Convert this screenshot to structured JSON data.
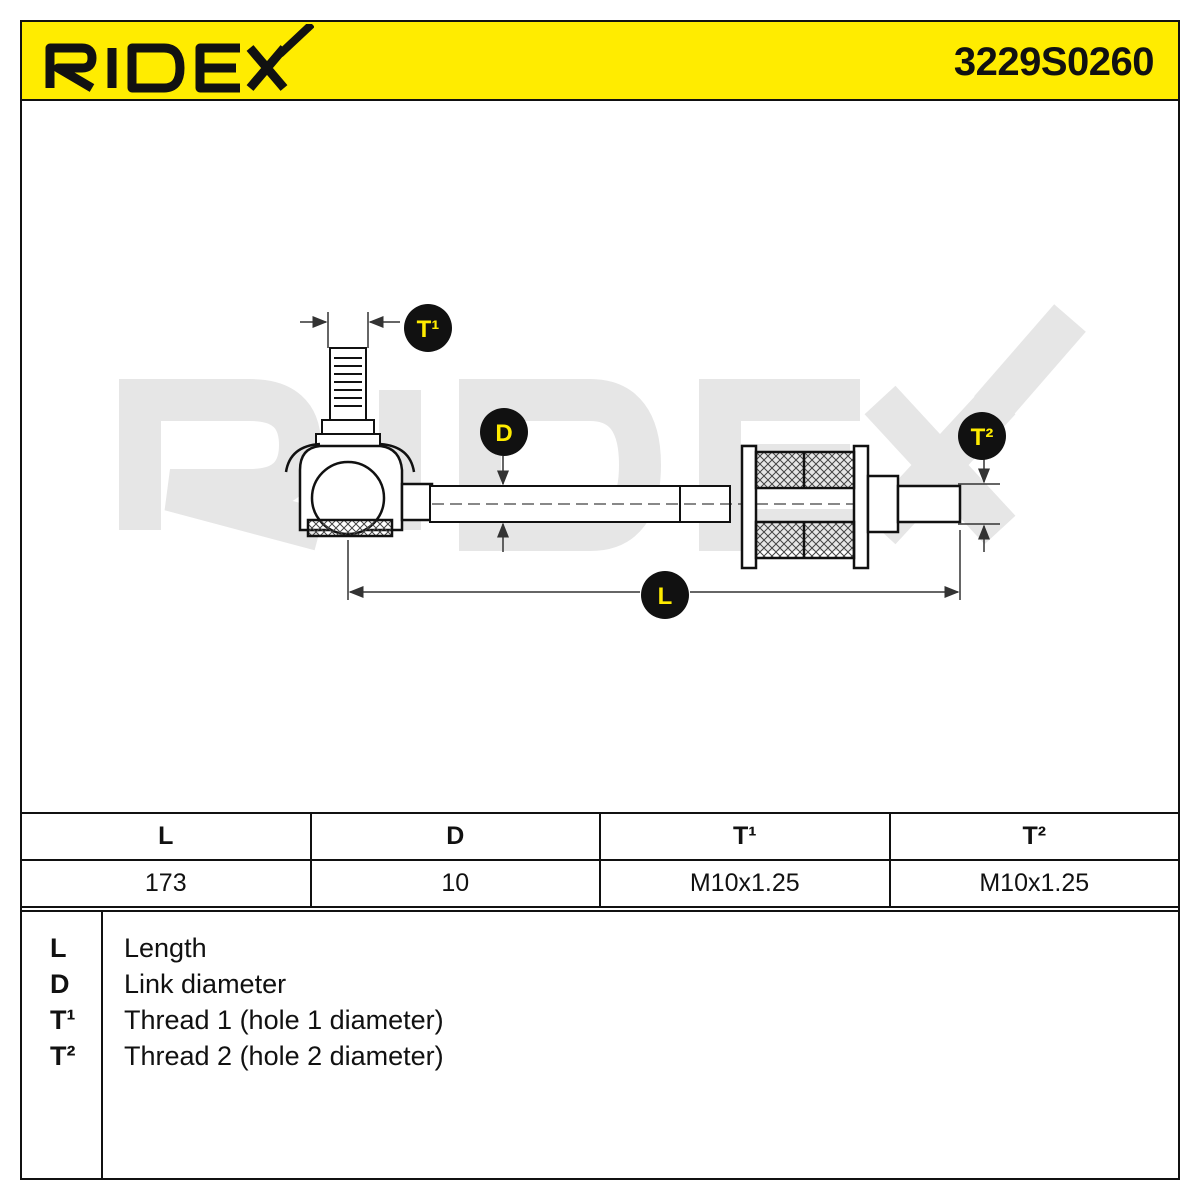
{
  "brand": "RIDEX",
  "part_number": "3229S0260",
  "colors": {
    "accent": "#ffec00",
    "ink": "#111111",
    "watermark": "#e6e6e6"
  },
  "callouts": {
    "t1": "T¹",
    "t2": "T²",
    "d": "D",
    "l": "L"
  },
  "table": {
    "headers": [
      "L",
      "D",
      "T¹",
      "T²"
    ],
    "values": [
      "173",
      "10",
      "M10x1.25",
      "M10x1.25"
    ]
  },
  "legend": [
    {
      "key": "L",
      "desc": "Length"
    },
    {
      "key": "D",
      "desc": "Link diameter"
    },
    {
      "key": "T¹",
      "desc": "Thread 1 (hole 1 diameter)"
    },
    {
      "key": "T²",
      "desc": "Thread 2 (hole 2 diameter)"
    }
  ]
}
